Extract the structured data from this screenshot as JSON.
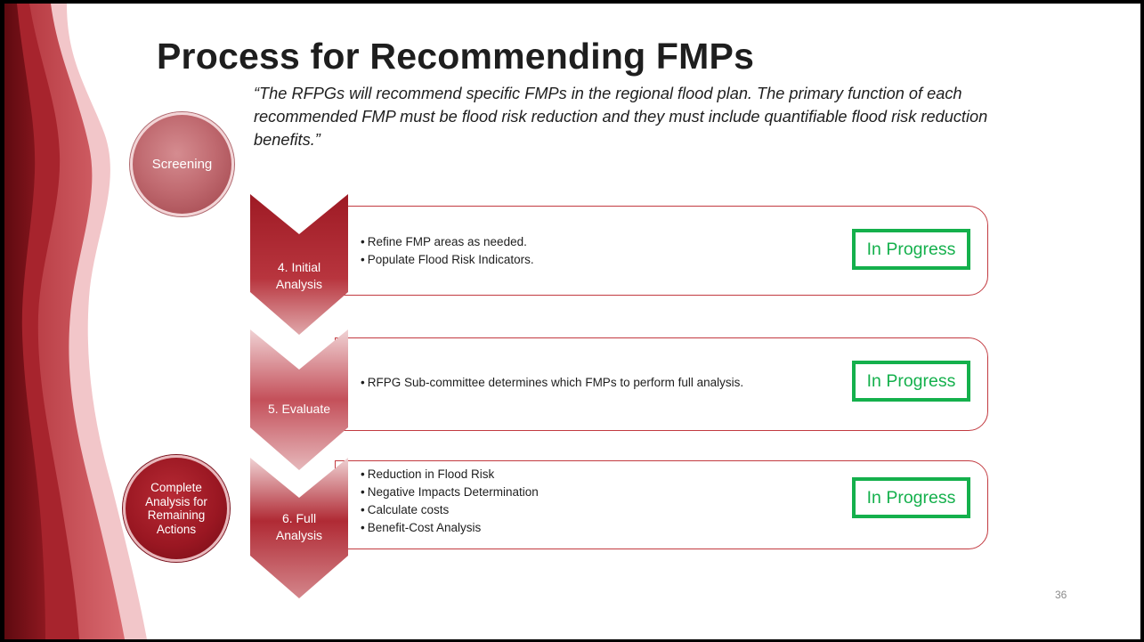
{
  "slide": {
    "title": "Process for Recommending FMPs",
    "quote": "“The RFPGs will recommend specific FMPs in the regional flood plan. The primary function of each recommended FMP must be flood risk reduction and they must include quantifiable flood risk reduction benefits.”",
    "page_number": "36"
  },
  "circles": {
    "screening": "Screening",
    "complete_lines": [
      "Complete",
      "Analysis for",
      "Remaining",
      "Actions"
    ]
  },
  "steps": [
    {
      "label_lines": [
        "4. Initial",
        "Analysis"
      ],
      "bullets": [
        "Refine FMP areas as needed.",
        "Populate Flood Risk Indicators."
      ],
      "status": "In Progress"
    },
    {
      "label_lines": [
        "5. Evaluate"
      ],
      "bullets": [
        "RFPG Sub-committee determines which FMPs to perform full analysis."
      ],
      "status": "In Progress"
    },
    {
      "label_lines": [
        "6. Full",
        "Analysis"
      ],
      "bullets": [
        "Reduction in Flood Risk",
        "Negative Impacts Determination",
        "Calculate costs",
        "Benefit-Cost Analysis"
      ],
      "status": "In Progress"
    }
  ],
  "colors": {
    "accent": "#a8222c",
    "status_green": "#14b04c",
    "box_border": "#c23a40"
  }
}
